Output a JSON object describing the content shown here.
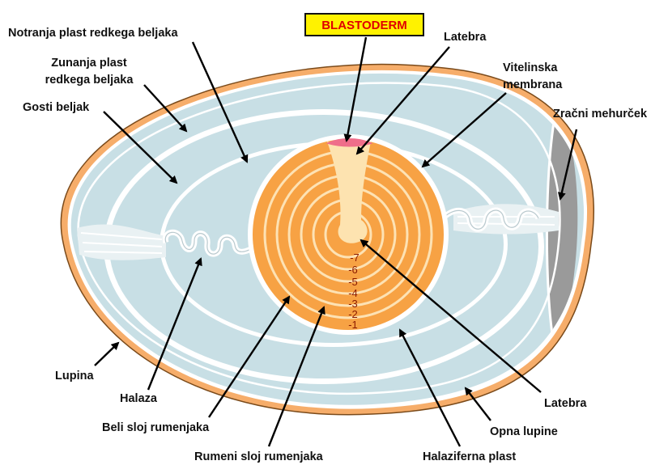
{
  "title": "BLASTODERM",
  "colors": {
    "shell": "#f6ad6a",
    "albumen": "#c8dfe5",
    "membrane": "#ffffff",
    "yolk_orange": "#f7a244",
    "yolk_white": "#fde2b4",
    "latebra": "#fde3b0",
    "blastoderm": "#ef6e8a",
    "air_cell": "#9a9a9a",
    "title_box": "#fff200",
    "title_text": "#e00000"
  },
  "labels": {
    "notranja": "Notranja plast redkega beljaka",
    "zunanja_1": "Zunanja plast",
    "zunanja_2": "redkega beljaka",
    "gosti": "Gosti beljak",
    "latebra_top": "Latebra",
    "vitelinska_1": "Vitelinska",
    "vitelinska_2": "membrana",
    "zracni": "Zračni mehurček",
    "lupina": "Lupina",
    "halaza": "Halaza",
    "beli_sloj": "Beli sloj rumenjaka",
    "rumeni_sloj": "Rumeni sloj rumenjaka",
    "latebra_bottom": "Latebra",
    "opna": "Opna lupine",
    "halaziferna": "Halaziferna plast"
  },
  "yolk_layer_numbers": [
    "-7",
    "-6",
    "-5",
    "-4",
    "-3",
    "-2",
    "-1"
  ]
}
